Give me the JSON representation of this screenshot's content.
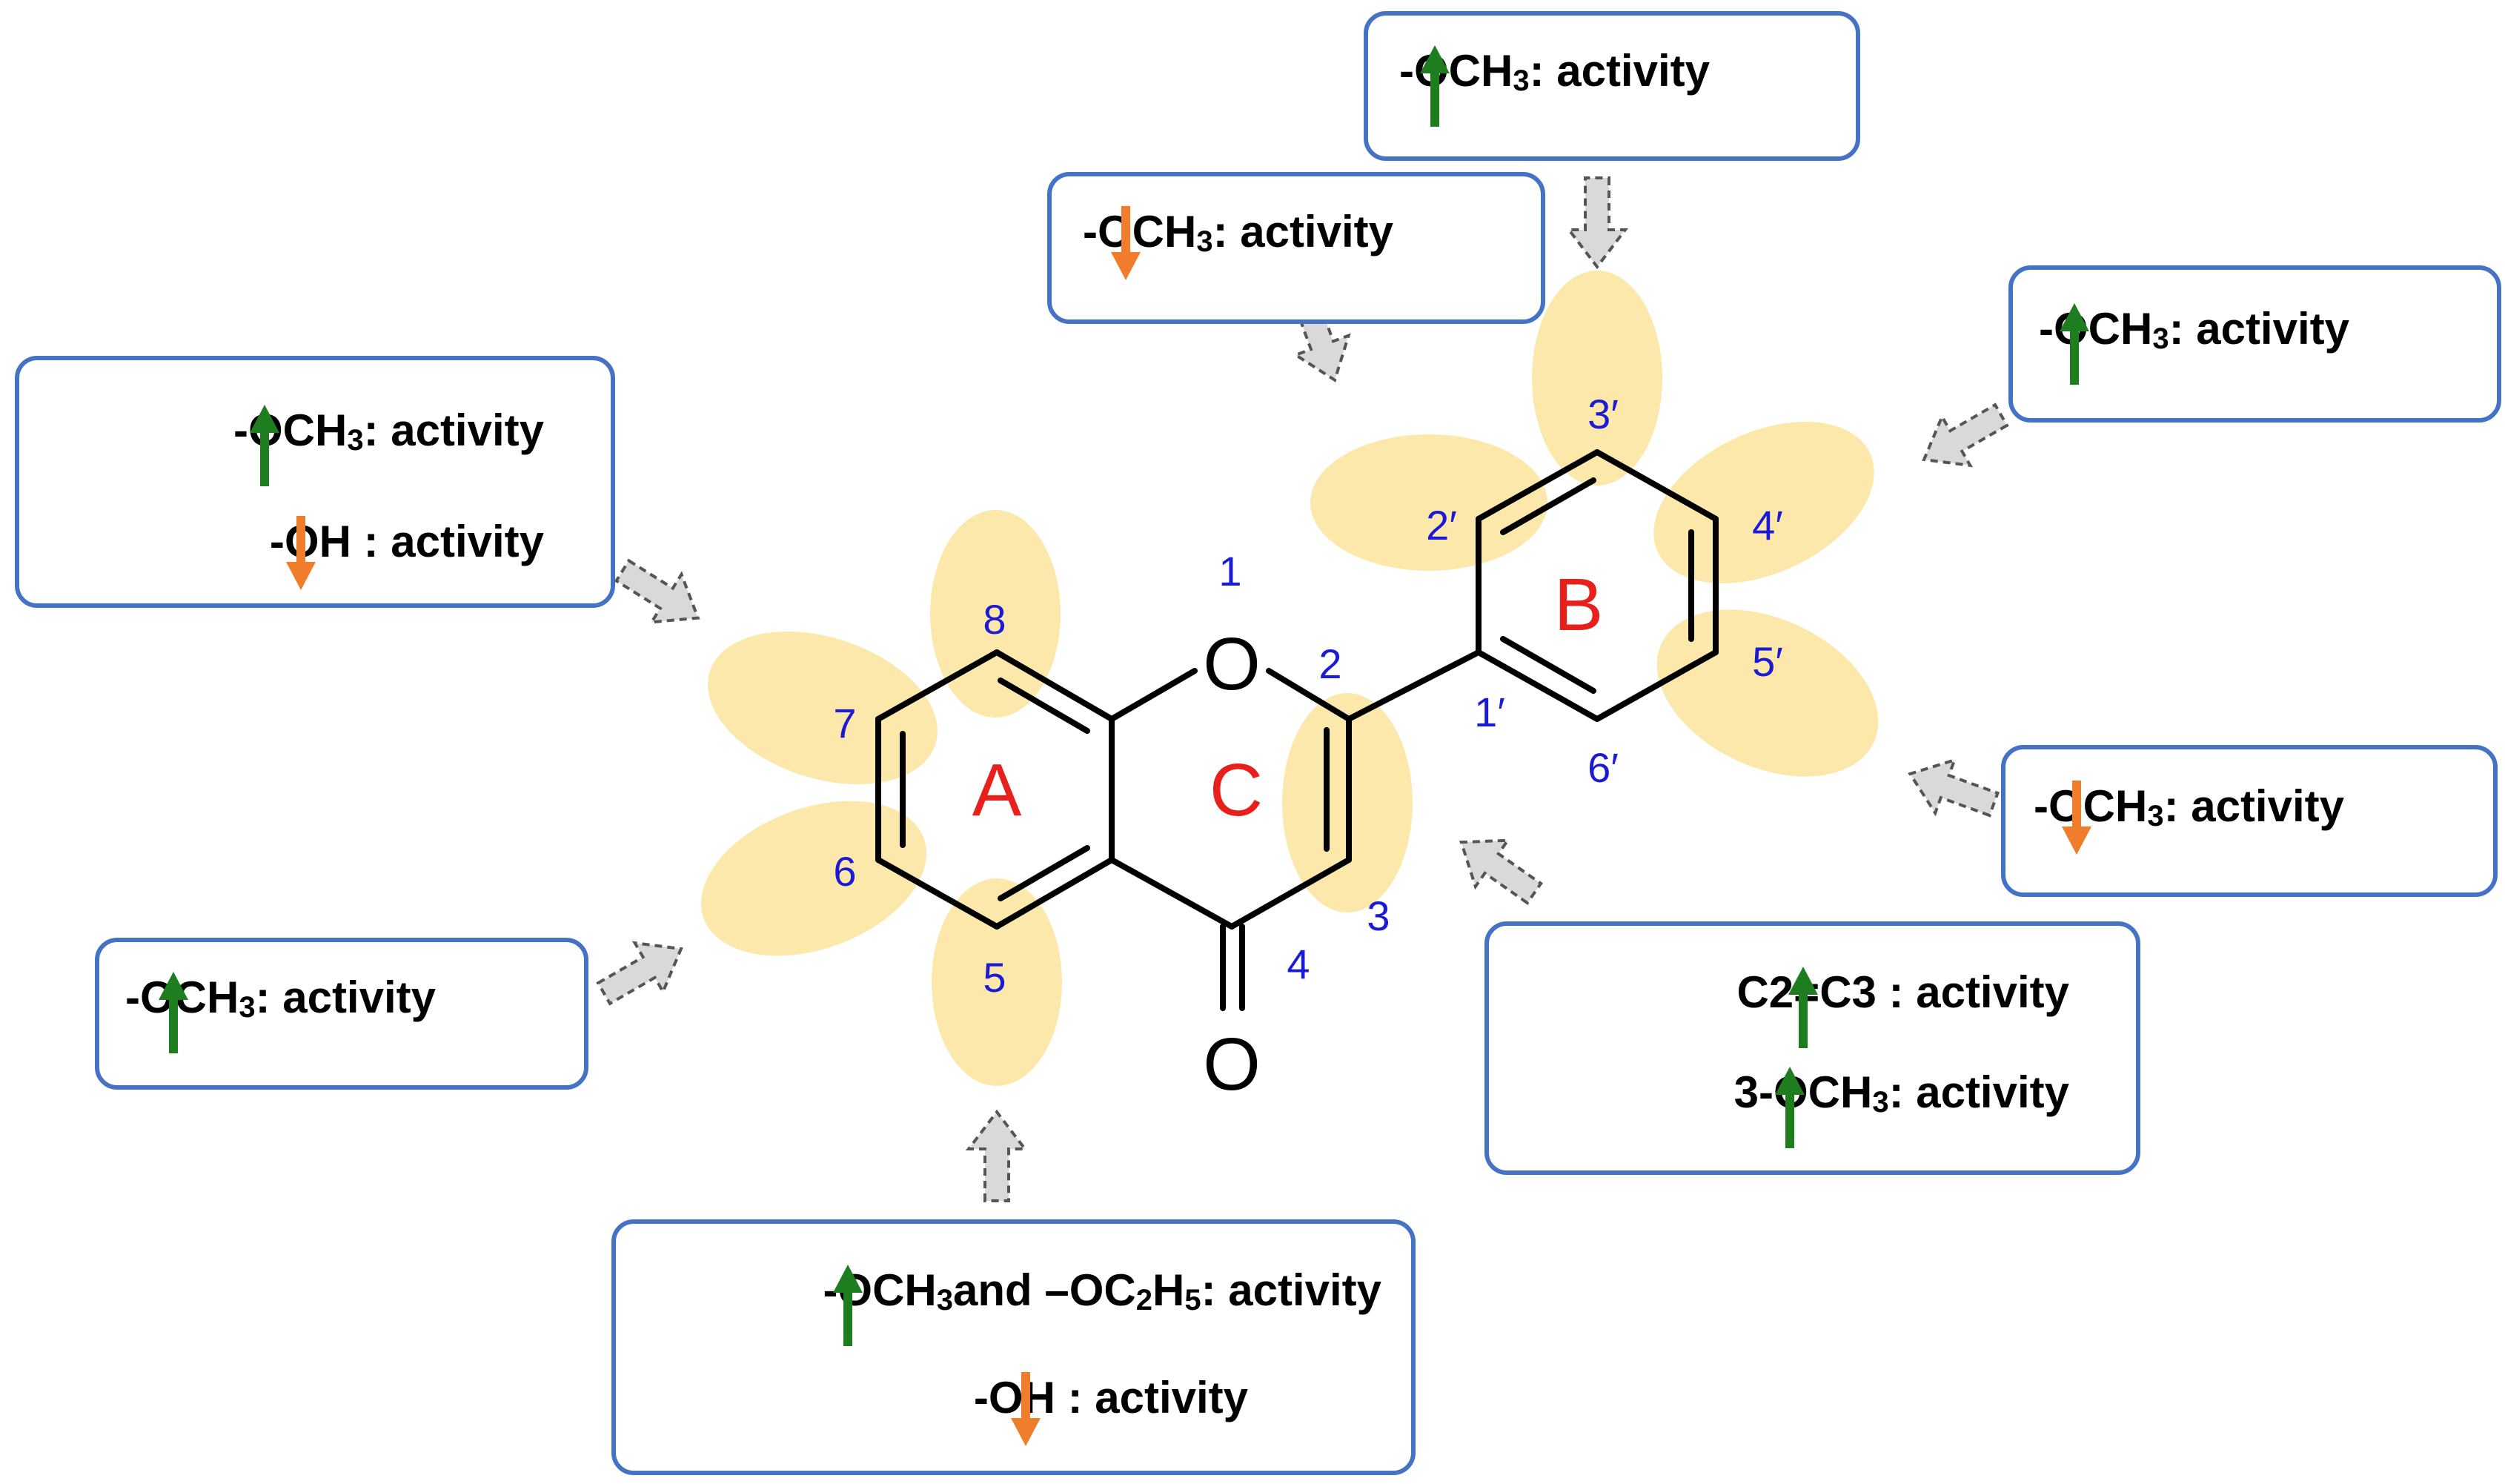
{
  "colors": {
    "box_border": "#4472c4",
    "highlight": "#fde6a3",
    "up_arrow": "#1e7d1e",
    "down_arrow": "#ef7d2b",
    "ring_label": "#e8201c",
    "position_label": "#1b1bd6"
  },
  "ring_labels": {
    "A": "A",
    "B": "B",
    "C": "C"
  },
  "atom_labels": {
    "ring_oxygen": "O",
    "carbonyl_oxygen": "O"
  },
  "position_labels": {
    "p1": "1",
    "p2": "2",
    "p3": "3",
    "p4": "4",
    "p5": "5",
    "p6": "6",
    "p7": "7",
    "p8": "8",
    "p1p": "1′",
    "p2p": "2′",
    "p3p": "3′",
    "p4p": "4′",
    "p5p": "5′",
    "p6p": "6′"
  },
  "boxes": {
    "pos78": {
      "line1": {
        "pre": "-OCH",
        "sub": "3",
        "post": " : activity",
        "effect": "up"
      },
      "line2": {
        "pre": "-OH : activity",
        "effect": "down"
      }
    },
    "pos6": {
      "line1": {
        "pre": "-OCH",
        "sub": "3",
        "post": " : activity",
        "effect": "up"
      }
    },
    "pos5": {
      "line1": {
        "pre": "-OCH",
        "sub": "3",
        "mid": " and –OC",
        "sub2": "2",
        "mid2": "H",
        "sub3": "5",
        "post": " : activity",
        "effect": "up"
      },
      "line2": {
        "pre": "-OH : activity",
        "effect": "down"
      }
    },
    "pos2p": {
      "line1": {
        "pre": "-OCH",
        "sub": "3",
        "post": " : activity",
        "effect": "down"
      }
    },
    "pos3p": {
      "line1": {
        "pre": "-OCH",
        "sub": "3",
        "post": " : activity",
        "effect": "up"
      }
    },
    "pos4p": {
      "line1": {
        "pre": "-OCH",
        "sub": "3",
        "post": " : activity",
        "effect": "up"
      }
    },
    "pos5p": {
      "line1": {
        "pre": "-OCH",
        "sub": "3",
        "post": " : activity",
        "effect": "down"
      }
    },
    "posC23": {
      "line1": {
        "pre": "C2=C3 : activity",
        "effect": "up"
      },
      "line2": {
        "pre": "3-OCH",
        "sub": "3",
        "post": " : activity",
        "effect": "up"
      }
    }
  }
}
